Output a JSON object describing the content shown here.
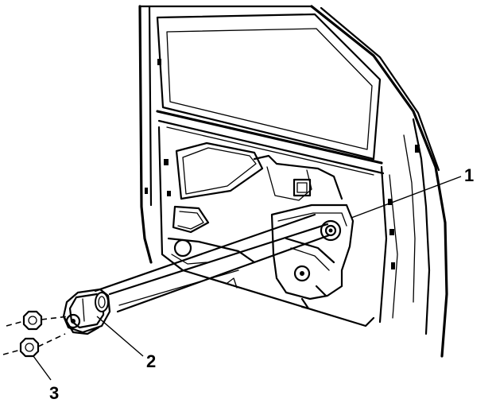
{
  "callouts": [
    {
      "id": "1",
      "label": "1",
      "points_to": "window-regulator-motor"
    },
    {
      "id": "2",
      "label": "2",
      "points_to": "regulator-motor-module"
    },
    {
      "id": "3",
      "label": "3",
      "points_to": "retaining-nut"
    }
  ]
}
